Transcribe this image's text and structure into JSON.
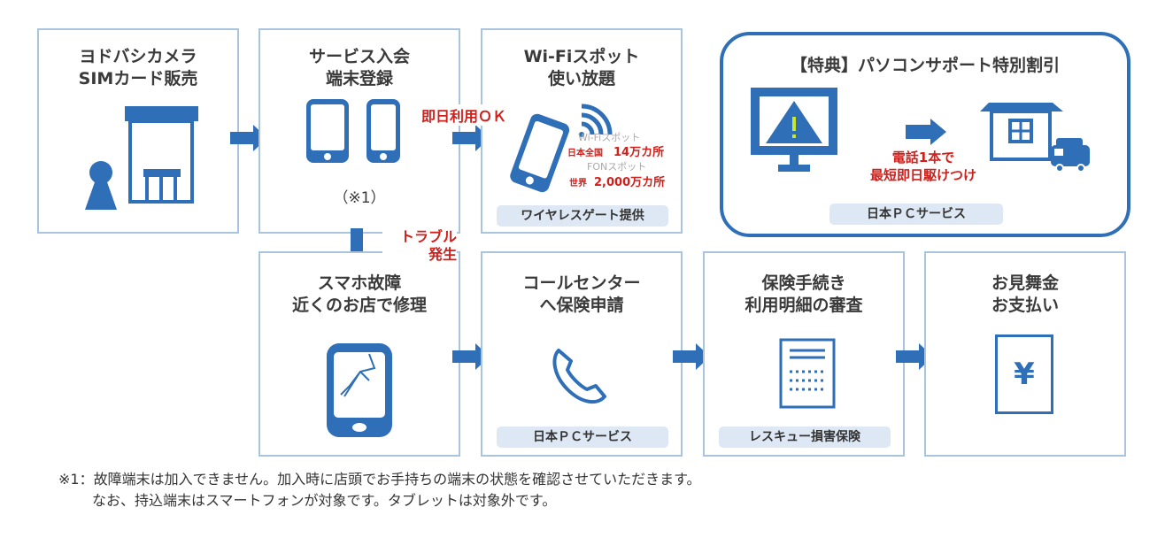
{
  "colors": {
    "accent": "#2e6fb7",
    "border": "#a9c4de",
    "tag_bg": "#dde8f4",
    "red": "#d0201c",
    "warning": "#c8e62a"
  },
  "steps": {
    "shop": {
      "title": "ヨドバシカメラ\nSIMカード販売",
      "icon": "store-with-person-icon"
    },
    "join": {
      "title": "サービス入会\n端末登録",
      "note": "（※1）",
      "icon": "tablet-and-phone-icon"
    },
    "wifi": {
      "title": "Wi-Fiスポット\n使い放題",
      "icon": "phone-wifi-icon",
      "spot1_label": "Wi-Fiスポット",
      "spot1_region": "日本全国",
      "spot1_count": "14万カ所",
      "spot2_label": "FONスポット",
      "spot2_region": "世界",
      "spot2_count": "2,000万カ所",
      "provider": "ワイヤレスゲート提供"
    },
    "bonus": {
      "title": "【特典】パソコンサポート特別割引",
      "callout": "電話1本で\n最短即日駆けつけ",
      "provider": "日本ＰＣサービス"
    },
    "broken": {
      "title": "スマホ故障\n近くのお店で修理",
      "icon": "cracked-phone-icon"
    },
    "call": {
      "title": "コールセンター\nへ保険申請",
      "provider": "日本ＰＣサービス",
      "icon": "phone-handset-icon"
    },
    "review": {
      "title": "保険手続き\n利用明細の審査",
      "provider": "レスキュー損害保険",
      "icon": "document-icon"
    },
    "pay": {
      "title": "お見舞金\nお支払い",
      "symbol": "¥"
    }
  },
  "labels": {
    "same_day": "即日利用ＯＫ",
    "trouble": "トラブル\n発生"
  },
  "footnote": {
    "line1": "※1：故障端末は加入できません。加入時に店頭でお手持ちの端末の状態を確認させていただきます。",
    "line2": "なお、持込端末はスマートフォンが対象です。タブレットは対象外です。"
  }
}
